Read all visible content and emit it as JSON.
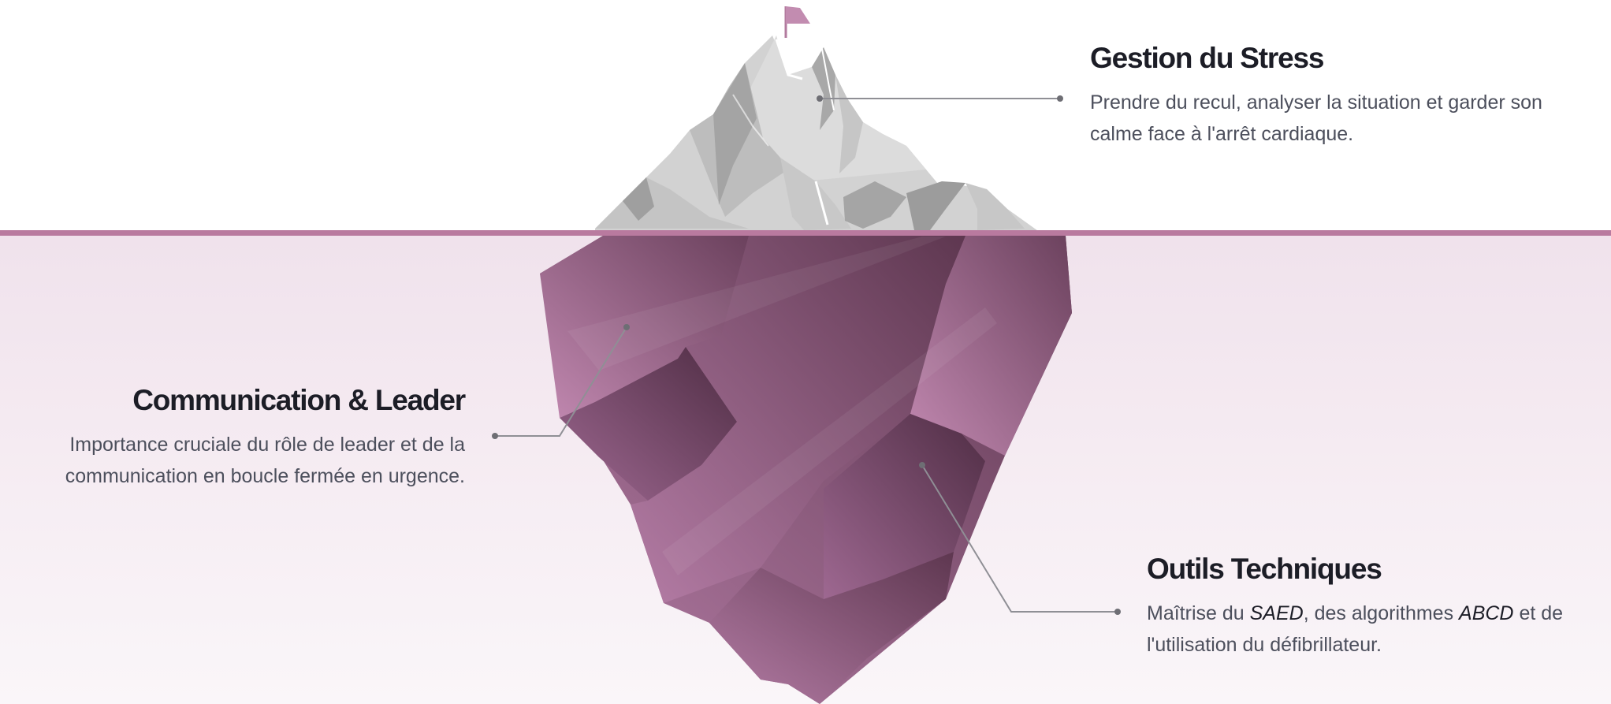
{
  "colors": {
    "accent": "#b97a9f",
    "title_text": "#1c1d26",
    "body_text": "#4c4f5c",
    "connector": "#8f8f95"
  },
  "labels": {
    "stress": {
      "title": "Gestion du Stress",
      "description": "Prendre du recul, analyser la situation et garder son calme face à l'arrêt cardiaque."
    },
    "communication": {
      "title": "Communication & Leader",
      "description": "Importance cruciale du rôle de leader et de la communication en boucle fermée en urgence."
    },
    "tools": {
      "title": "Outils Techniques",
      "desc_prefix": "Maîtrise du ",
      "desc_term1": "SAED",
      "desc_middle": ", des algorithmes ",
      "desc_term2": "ABCD",
      "desc_suffix": " et de l'utilisation du défibrillateur."
    }
  }
}
